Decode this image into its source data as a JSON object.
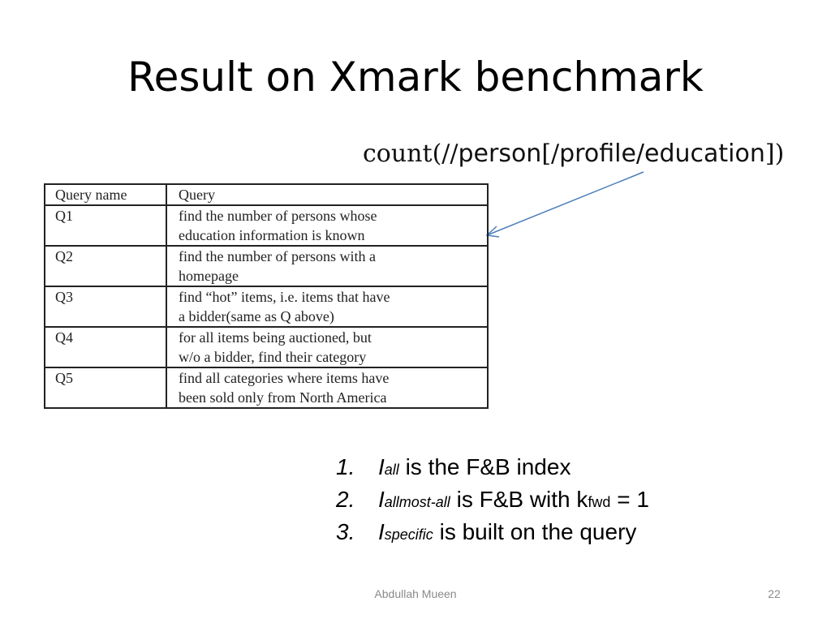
{
  "slide": {
    "title": "Result on Xmark benchmark",
    "footer_author": "Abdullah Mueen",
    "page_number": "22"
  },
  "formula": {
    "fn": "count",
    "open": "(//",
    "path1": "person",
    "bracket_open": "[/",
    "path2": "profile/education",
    "close": "])"
  },
  "table": {
    "headers": [
      "Query name",
      "Query"
    ],
    "rows": [
      {
        "name": "Q1",
        "query_line1": "find the number of persons whose",
        "query_line2": "education information is known"
      },
      {
        "name": "Q2",
        "query_line1": "find the number of persons with a",
        "query_line2": "homepage"
      },
      {
        "name": "Q3",
        "query_line1": "find “hot” items, i.e. items that have",
        "query_line2": "a bidder(same as Q above)"
      },
      {
        "name": "Q4",
        "query_line1": "for all items being auctioned, but",
        "query_line2": "w/o a bidder, find their category"
      },
      {
        "name": "Q5",
        "query_line1": "find all categories where items have",
        "query_line2": "been sold only from North America"
      }
    ]
  },
  "notes": [
    {
      "num": "1.",
      "sym": "I",
      "sub": "all",
      "text": " is the F&B index"
    },
    {
      "num": "2.",
      "sym": "I",
      "sub": "allmost-all",
      "text": " is F&B with k",
      "sub2": "fwd",
      "text2": " = 1"
    },
    {
      "num": "3.",
      "sym": "I",
      "sub": "specific",
      "text": " is built on the query"
    }
  ],
  "colors": {
    "arrow": "#4a7ebb",
    "footer_text": "#8a8a8a"
  }
}
